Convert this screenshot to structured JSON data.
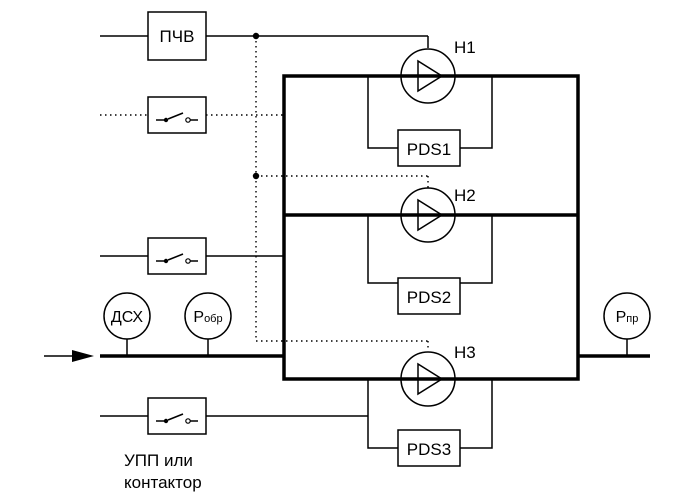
{
  "labels": {
    "pchv": "ПЧВ",
    "pump1": "Н1",
    "pump2": "Н2",
    "pump3": "Н3",
    "pds1": "PDS1",
    "pds2": "PDS2",
    "pds3": "PDS3",
    "dsh": "ДСХ",
    "p_obr_main": "P",
    "p_obr_sub": "обр",
    "p_pr_main": "P",
    "p_pr_sub": "пр",
    "upp_line1": "УПП или",
    "upp_line2": "контактор"
  }
}
